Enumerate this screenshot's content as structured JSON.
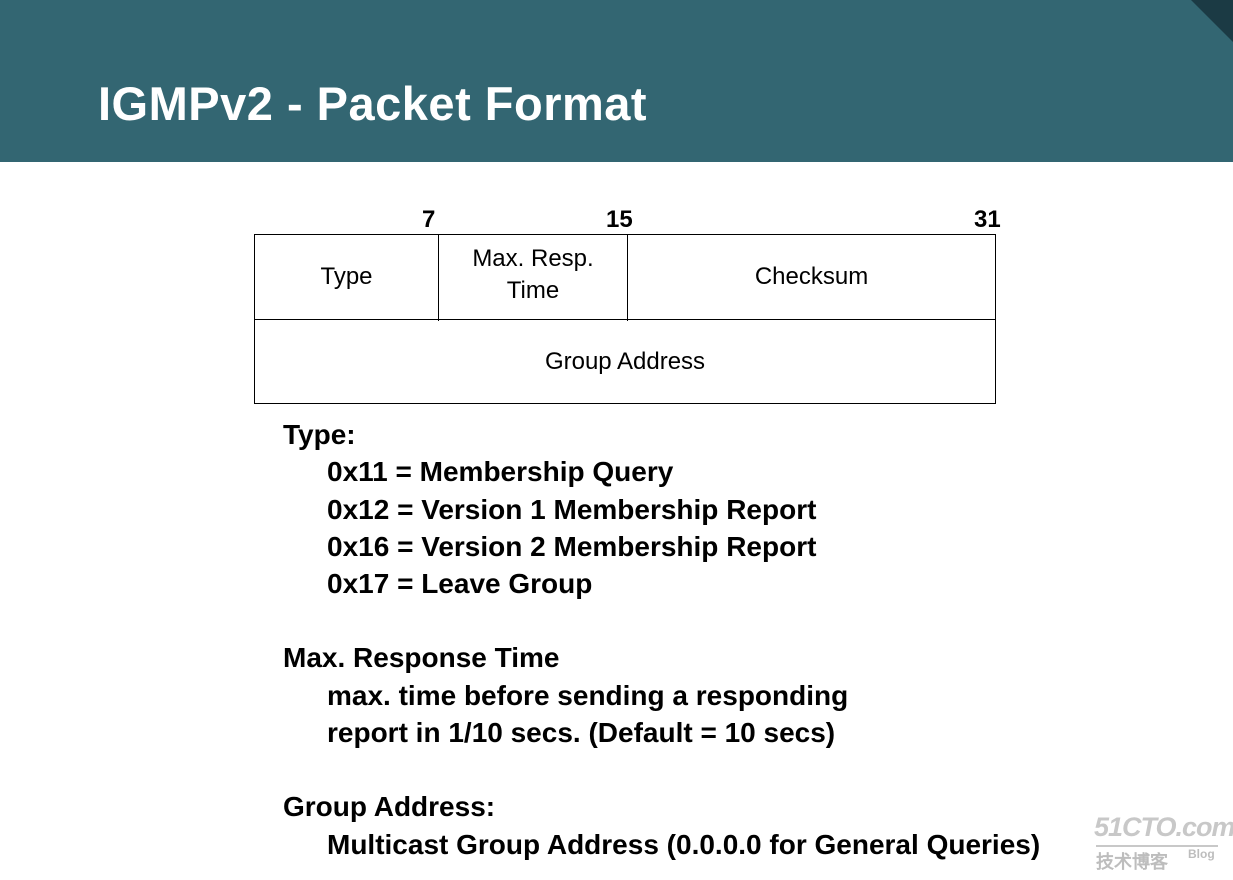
{
  "slide": {
    "title": "IGMPv2 - Packet Format"
  },
  "packet": {
    "bit_labels": [
      "7",
      "15",
      "31"
    ],
    "fields": {
      "type": "Type",
      "max_resp_line1": "Max. Resp.",
      "max_resp_line2": "Time",
      "checksum": "Checksum",
      "group_address": "Group Address"
    }
  },
  "description": {
    "type_heading": "Type:",
    "type_items": [
      "0x11 = Membership Query",
      "0x12 = Version 1 Membership Report",
      "0x16 = Version 2 Membership Report",
      "0x17 = Leave Group"
    ],
    "mrt_heading": "Max. Response Time",
    "mrt_lines": [
      "max. time before sending a responding",
      "report in 1/10 secs. (Default = 10 secs)"
    ],
    "ga_heading": "Group Address:",
    "ga_lines": [
      "Multicast Group Address (0.0.0.0 for General Queries)"
    ]
  },
  "watermark": {
    "logo": "51CTO.com",
    "subtitle": "技术博客",
    "blog": "Blog"
  },
  "colors": {
    "banner": "#336672",
    "title_text": "#ffffff",
    "body_text": "#000000"
  }
}
